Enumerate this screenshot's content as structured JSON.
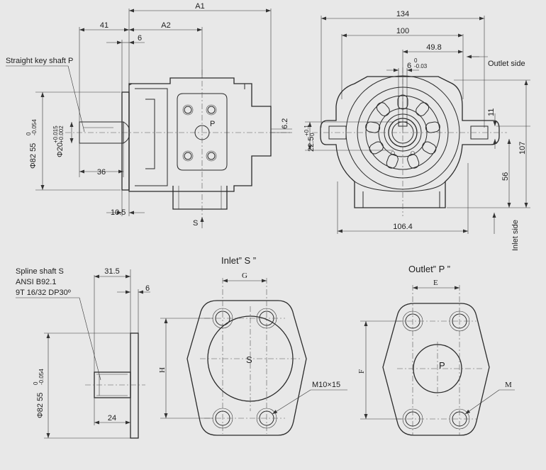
{
  "labels": {
    "straight_key_shaft": "Straight key shaft P",
    "outlet_side": "Outlet side",
    "inlet_side": "Inlet side",
    "spline_line1": "Spline shaft S",
    "spline_line2": "ANSI B92.1",
    "spline_line3": "9T 16/32 DP30º",
    "inlet_title": "Inlet” S ”",
    "outlet_title": "Outlet” P ”",
    "port_p": "P",
    "port_s": "S",
    "flow_s": "S"
  },
  "dims": {
    "a1": "A1",
    "a2": "A2",
    "d41": "41",
    "d6_top": "6",
    "d36": "36",
    "d10_5": "10.5",
    "d6_2": "6.2",
    "phi82": "Φ82 55",
    "phi82_tol_hi": "0",
    "phi82_tol_lo": "-0.054",
    "phi20": "Φ20",
    "phi20_tol_hi": "+0.015",
    "phi20_tol_lo": "+0.002",
    "d134": "134",
    "d100": "100",
    "d49_8": "49.8",
    "d6_key": "6",
    "d6_key_tol_hi": "0",
    "d6_key_tol_lo": "-0.03",
    "d22_5": "22.5",
    "d22_5_tol": "+0.1",
    "d22_5_tol_lo": "0",
    "d11": "11",
    "d107": "107",
    "d56": "56",
    "d106_4": "106.4",
    "d31_5": "31.5",
    "d6_spline": "6",
    "d24": "24",
    "phi82_b": "Φ82 55",
    "phi82_b_tol_hi": "0",
    "phi82_b_tol_lo": "-0.054",
    "g": "G",
    "h": "H",
    "e": "E",
    "f": "F",
    "m": "M",
    "m10": "M10×15"
  }
}
